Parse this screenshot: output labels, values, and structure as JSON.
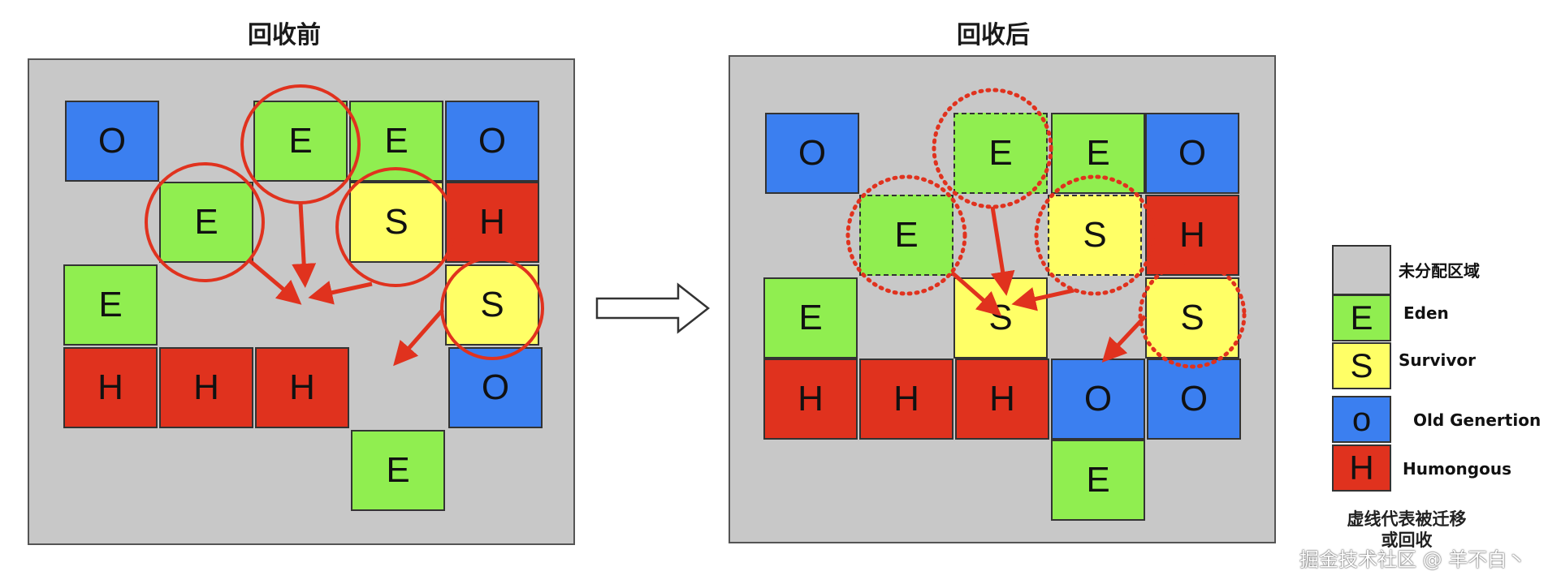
{
  "titles": {
    "before": "回收前",
    "after": "回收后"
  },
  "before_cells": [
    {
      "letter": "O",
      "type": "O"
    },
    {
      "letter": "E",
      "type": "E"
    },
    {
      "letter": "E",
      "type": "E"
    },
    {
      "letter": "O",
      "type": "O"
    },
    {
      "letter": "E",
      "type": "E"
    },
    {
      "letter": "S",
      "type": "S"
    },
    {
      "letter": "H",
      "type": "H"
    },
    {
      "letter": "E",
      "type": "E"
    },
    {
      "letter": "S",
      "type": "S"
    },
    {
      "letter": "H",
      "type": "H"
    },
    {
      "letter": "H",
      "type": "H"
    },
    {
      "letter": "H",
      "type": "H"
    },
    {
      "letter": "O",
      "type": "O"
    },
    {
      "letter": "E",
      "type": "E"
    }
  ],
  "after_cells": [
    {
      "letter": "O",
      "type": "O",
      "dashed": false
    },
    {
      "letter": "E",
      "type": "E",
      "dashed": true
    },
    {
      "letter": "E",
      "type": "E",
      "dashed": false
    },
    {
      "letter": "O",
      "type": "O",
      "dashed": false
    },
    {
      "letter": "E",
      "type": "E",
      "dashed": true
    },
    {
      "letter": "S",
      "type": "S",
      "dashed": true
    },
    {
      "letter": "H",
      "type": "H",
      "dashed": false
    },
    {
      "letter": "E",
      "type": "E",
      "dashed": false
    },
    {
      "letter": "S",
      "type": "S",
      "dashed": false
    },
    {
      "letter": "S",
      "type": "S",
      "dashed": false
    },
    {
      "letter": "H",
      "type": "H",
      "dashed": false
    },
    {
      "letter": "H",
      "type": "H",
      "dashed": false
    },
    {
      "letter": "H",
      "type": "H",
      "dashed": false
    },
    {
      "letter": "O",
      "type": "O",
      "dashed": false
    },
    {
      "letter": "O",
      "type": "O",
      "dashed": false
    },
    {
      "letter": "E",
      "type": "E",
      "dashed": false
    }
  ],
  "legend": {
    "items": [
      {
        "letter": "",
        "label": "未分配区域",
        "color": "#c8c8c8"
      },
      {
        "letter": "E",
        "label": "Eden",
        "color": "#90ee50"
      },
      {
        "letter": "S",
        "label": "Survivor",
        "color": "#ffff66"
      },
      {
        "letter": "o",
        "label": "Old Genertion",
        "color": "#3b7ff0"
      },
      {
        "letter": "H",
        "label": "Humongous",
        "color": "#e0321e"
      }
    ],
    "note_line1": "虚线代表被迁移",
    "note_line2": "或回收"
  },
  "watermark": "掘金技术社区 @ 羊不白丶",
  "colors": {
    "eden": "#90ee50",
    "survivor": "#ffff66",
    "old": "#3b7ff0",
    "humongous": "#e0321e",
    "unallocated": "#c8c8c8",
    "marker": "#e0321e"
  }
}
